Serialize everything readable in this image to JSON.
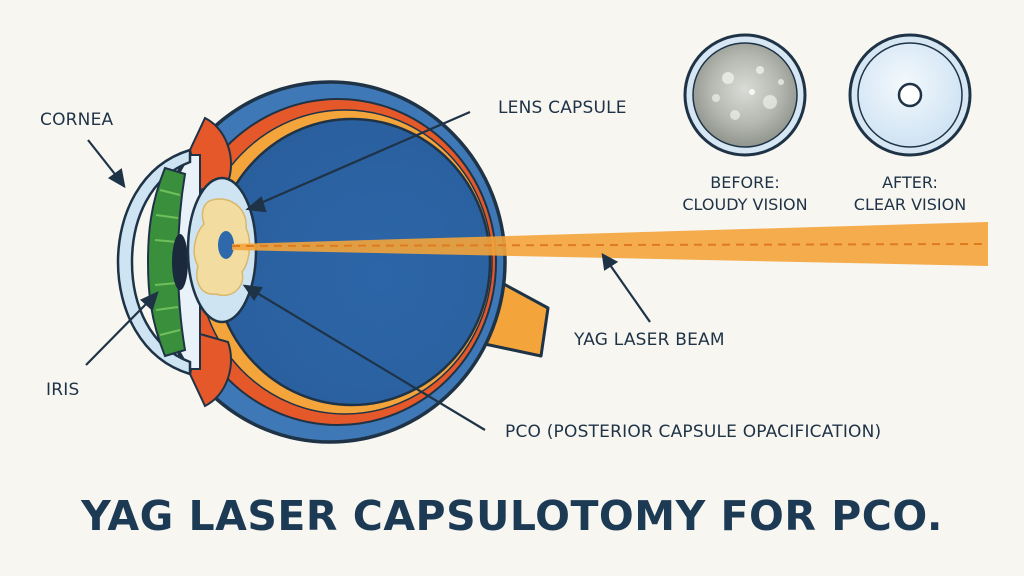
{
  "labels": {
    "cornea": "CORNEA",
    "iris": "IRIS",
    "lens_capsule": "LENS CAPSULE",
    "yag_laser_beam": "YAG LASER BEAM",
    "pco": "PCO (POSTERIOR CAPSULE OPACIFICATION)"
  },
  "comparison": {
    "before_line1": "BEFORE:",
    "before_line2": "CLOUDY VISION",
    "after_line1": "AFTER:",
    "after_line2": "CLEAR VISION"
  },
  "title": "YAG LASER CAPSULOTOMY FOR PCO.",
  "colors": {
    "background": "#f7f6f1",
    "sclera": "#3f78b6",
    "choroid": "#e4582a",
    "retina": "#f3a53c",
    "vitreous": "#2f69ab",
    "iris": "#3a8f3c",
    "lens_clouding": "#f2dca0",
    "laser_beam": "#f4a43a",
    "outline": "#1f3347"
  },
  "icons": [
    "cloudy-lens-icon",
    "clear-lens-icon"
  ]
}
